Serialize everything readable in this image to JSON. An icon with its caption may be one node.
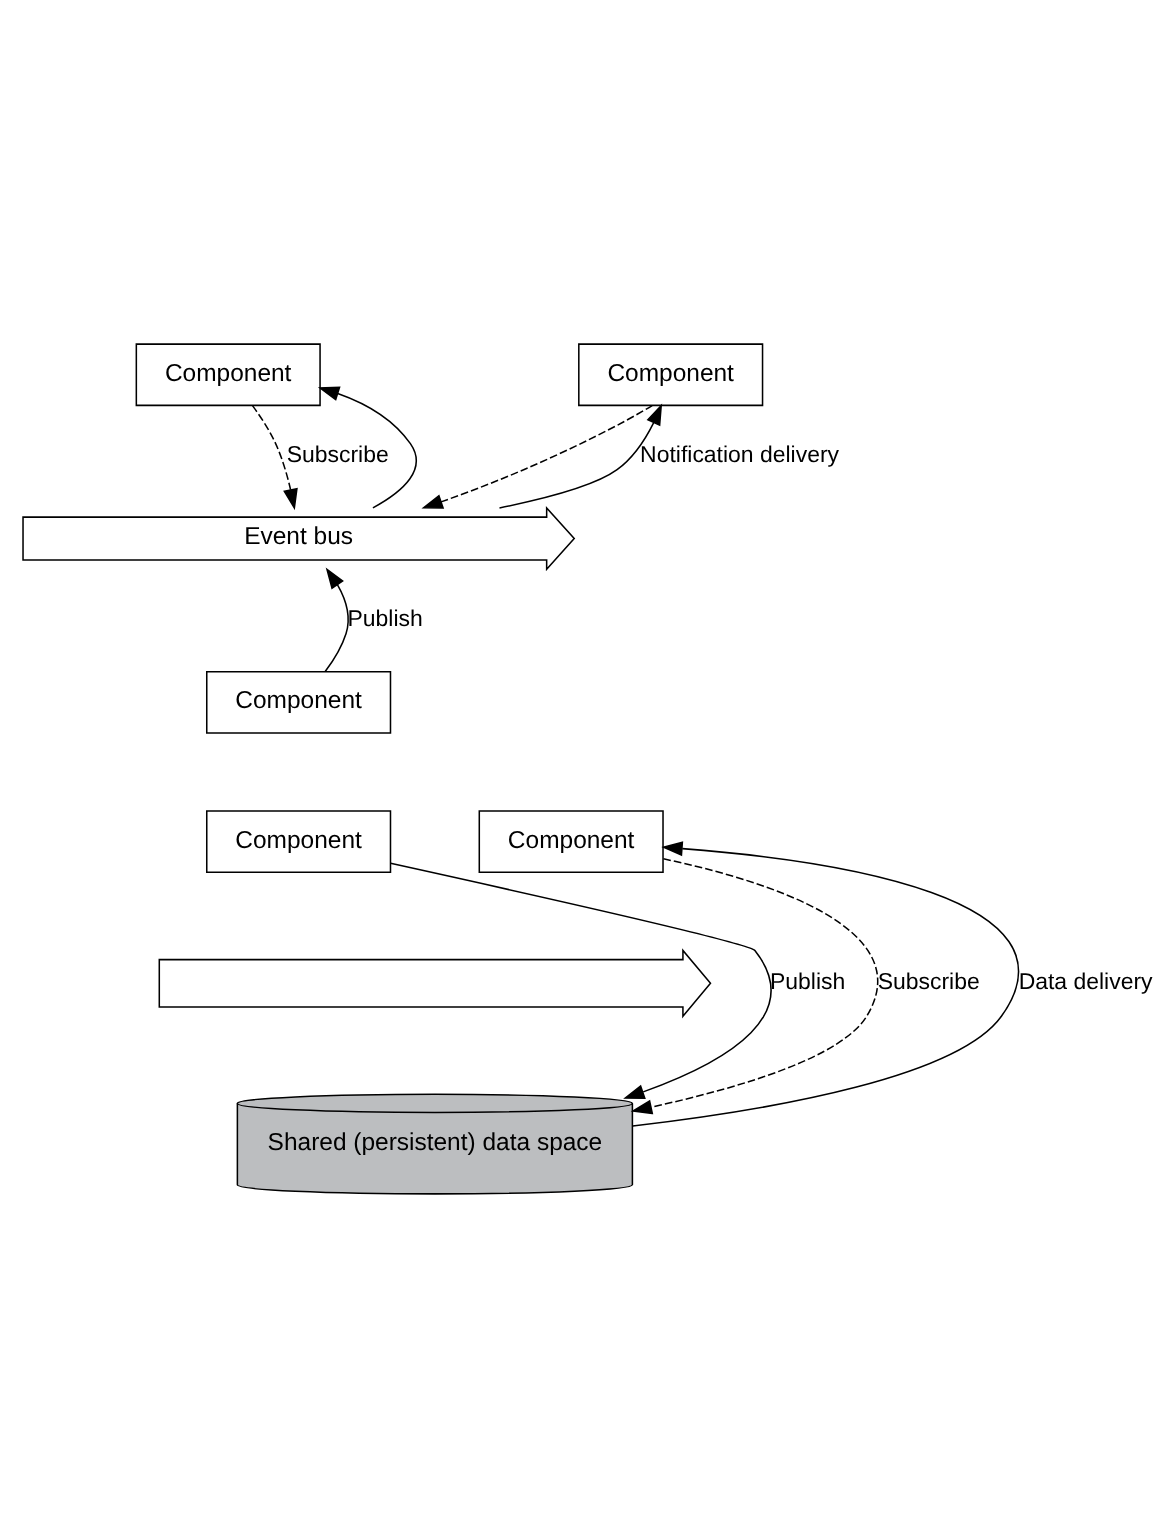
{
  "diagram": {
    "nodes": [
      {
        "text": [
          "Component"
        ]
      },
      {
        "text": [
          "Component"
        ]
      },
      {
        "text": [
          "Event bus"
        ]
      },
      {
        "text": [
          "Component"
        ]
      },
      {
        "text": [
          "Component"
        ]
      },
      {
        "text": [
          "Component"
        ]
      },
      {
        "text": [],
        "shape": "arrow"
      },
      {
        "text": [
          "Shared (persistent) data space"
        ]
      }
    ],
    "edges": [
      {
        "from": 0,
        "to": 2,
        "arrow": "to",
        "style": "dashed",
        "label": "Subscribe"
      },
      {
        "from": 2,
        "to": 0,
        "arrow": "to"
      },
      {
        "from": 1,
        "to": 2,
        "arrow": "to",
        "style": "dashed"
      },
      {
        "from": 2,
        "to": 1,
        "arrow": "to",
        "label": "Notification delivery"
      },
      {
        "from": 3,
        "to": 2,
        "arrow": "to",
        "label": "Publish"
      },
      {
        "from": 4,
        "to": 7,
        "arrow": "to",
        "label": "Publish"
      },
      {
        "from": 5,
        "to": 7,
        "arrow": "to",
        "style": "dashed",
        "label": "Subscribe"
      },
      {
        "from": 7,
        "to": 5,
        "arrow": "to",
        "label": "Data delivery"
      }
    ]
  }
}
